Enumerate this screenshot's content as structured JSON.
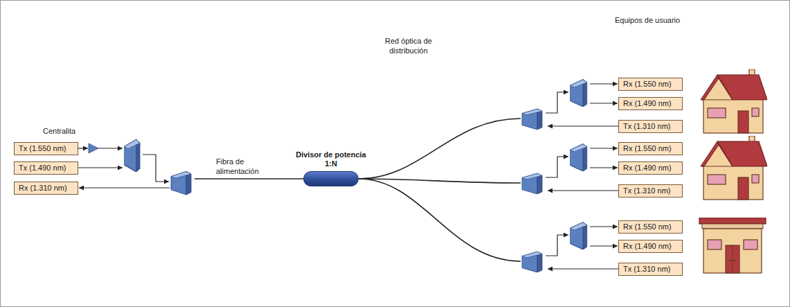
{
  "diagram": {
    "nodes": [
      {
        "text": [
          "Tx (1.550 nm)"
        ]
      },
      {
        "text": [
          "Tx (1.490 nm)"
        ]
      },
      {
        "text": [
          "Rx (1.310 nm)"
        ]
      },
      {
        "text": [
          "Red óptica de distribución"
        ]
      },
      {
        "text": [
          "Divisor de potencia 1:N"
        ],
        "in": 3
      },
      {
        "text": [
          "Rx (1.550 nm)"
        ]
      },
      {
        "text": [
          "Rx (1.490 nm)"
        ]
      },
      {
        "text": [
          "Tx (1.310 nm)"
        ]
      },
      {
        "text": [
          "Rx (1.550 nm)"
        ]
      },
      {
        "text": [
          "Rx (1.490 nm)"
        ]
      },
      {
        "text": [
          "Tx (1.310 nm)"
        ]
      },
      {
        "text": [
          "Rx (1.550 nm)"
        ]
      },
      {
        "text": [
          "Rx (1.490 nm)"
        ]
      },
      {
        "text": [
          "Tx (1.310 nm)"
        ]
      }
    ],
    "labels": [
      "Centralita",
      "Fibra de alimentación",
      "Equipos de usuario"
    ]
  }
}
